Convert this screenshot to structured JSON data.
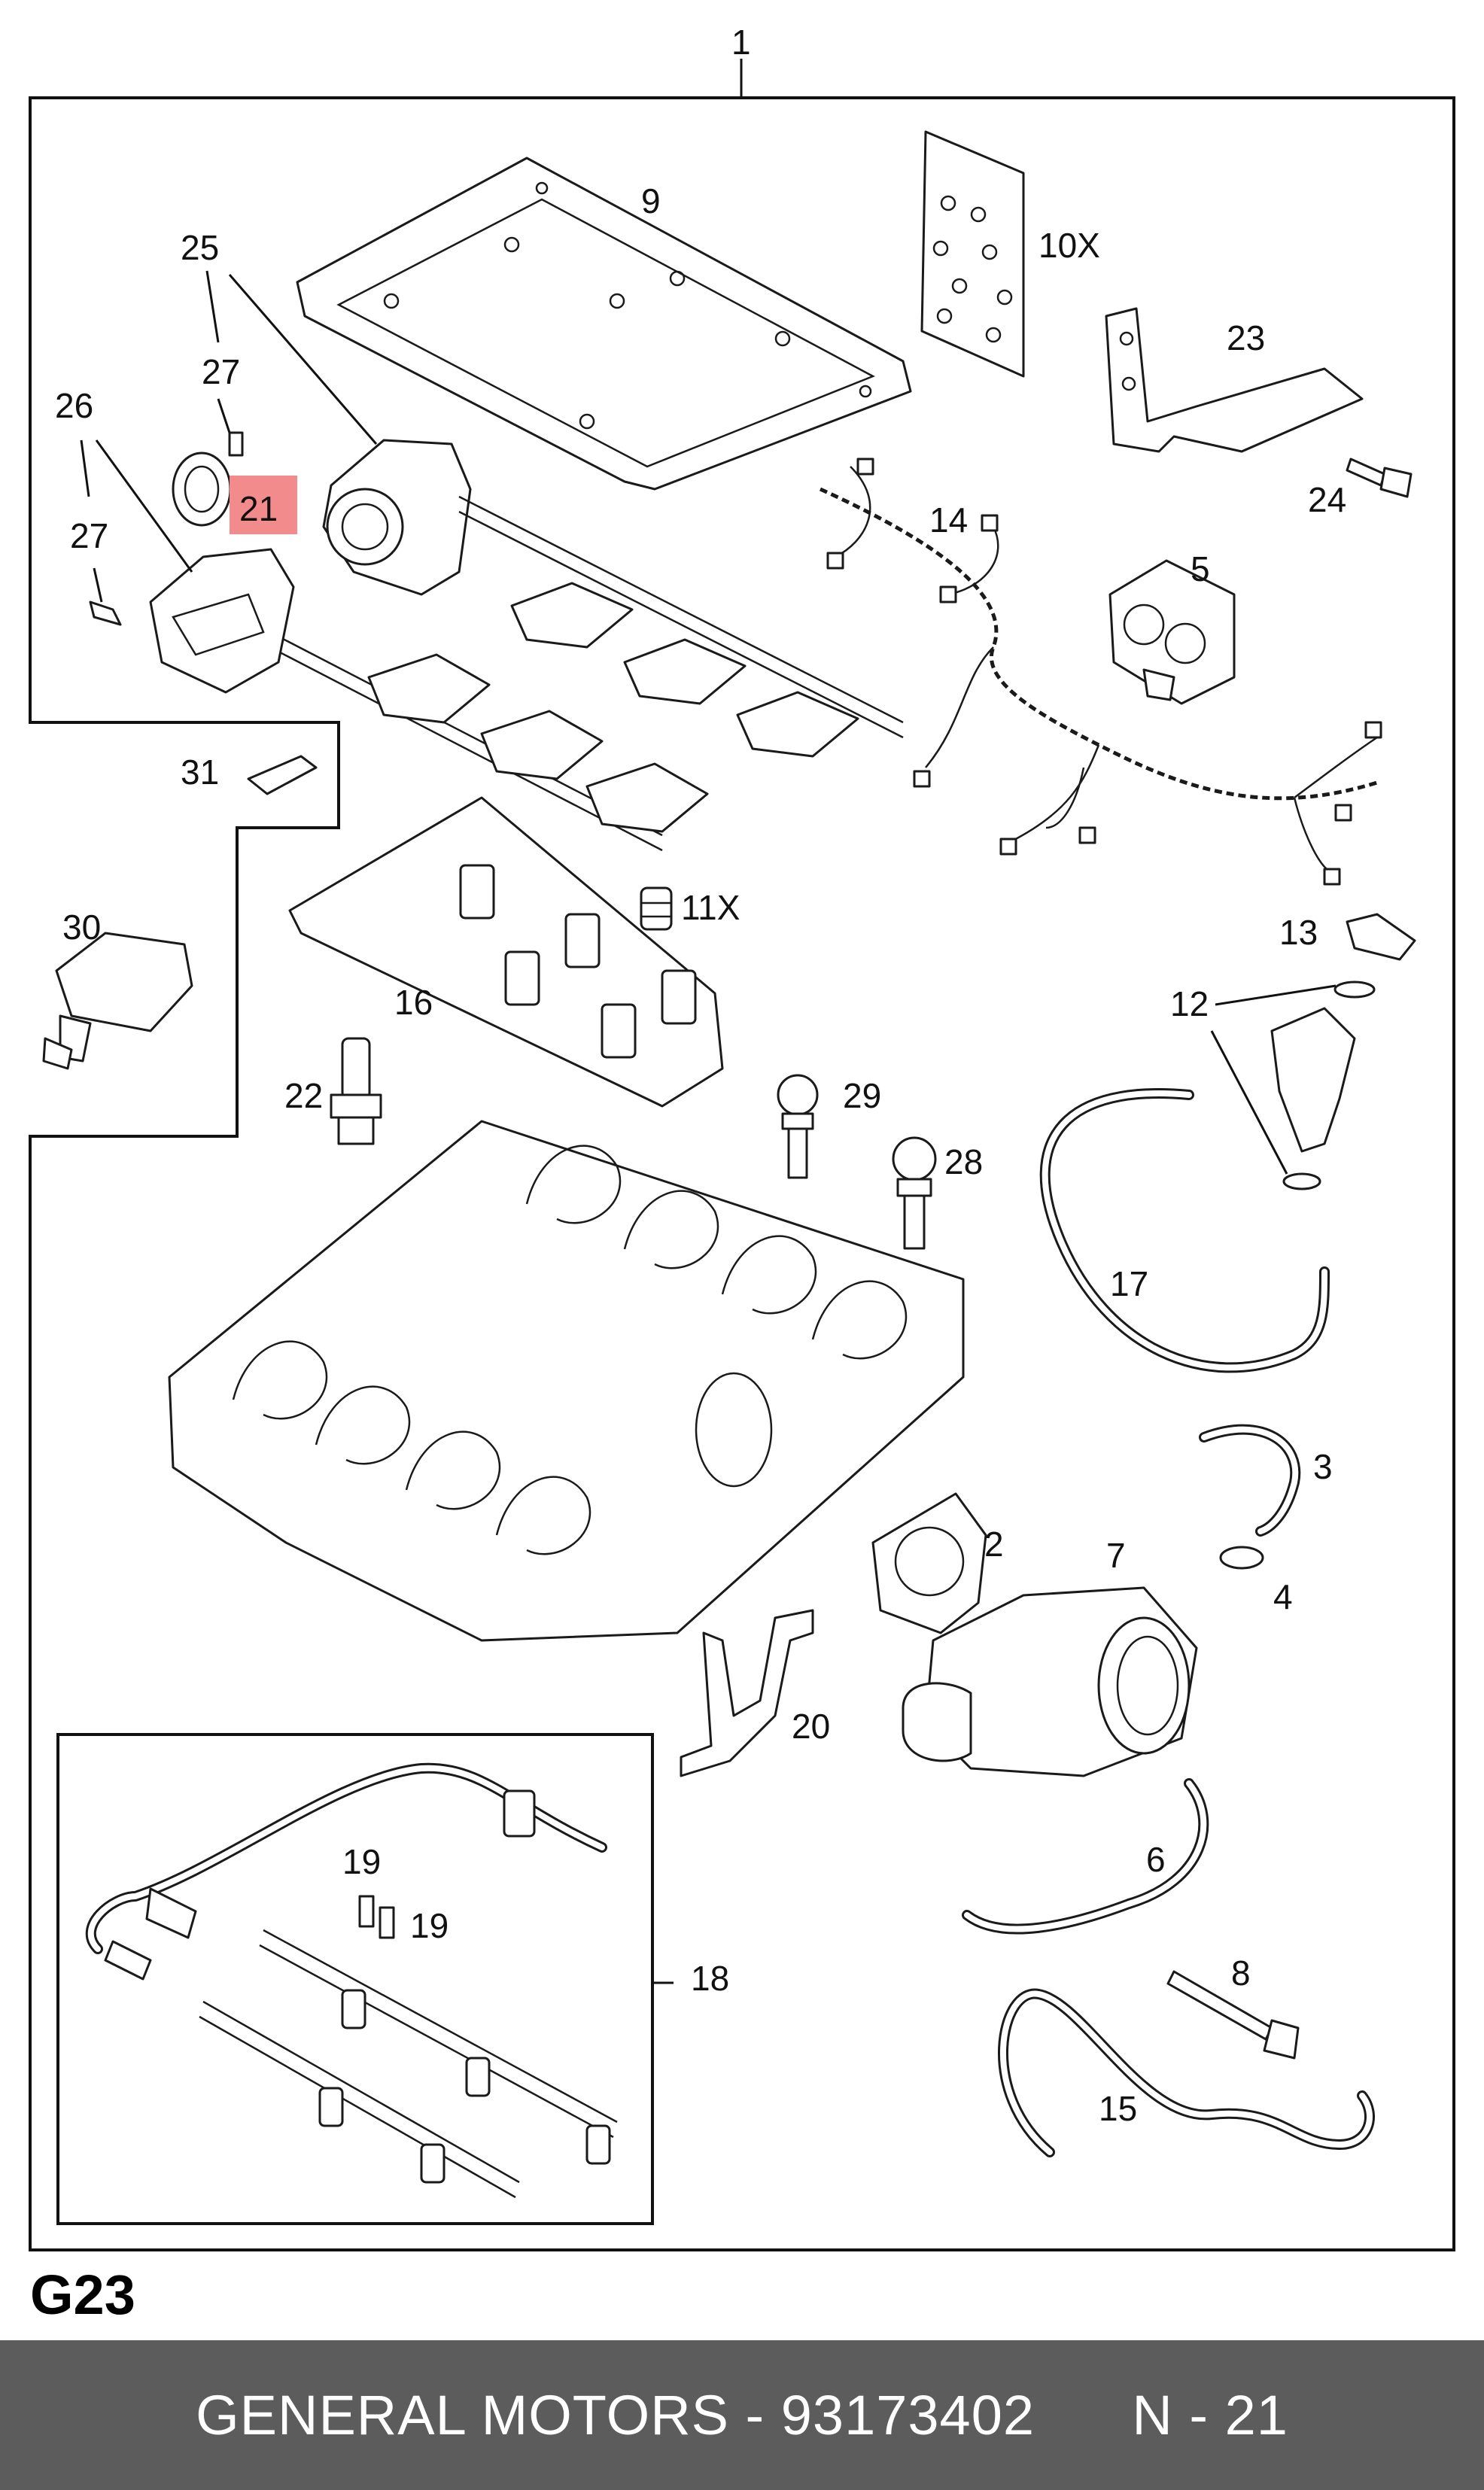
{
  "diagram": {
    "group_code": "G23",
    "highlight_color": "#f28b8b",
    "labels": {
      "p1": "1",
      "p2": "2",
      "p3": "3",
      "p4": "4",
      "p5": "5",
      "p6": "6",
      "p7": "7",
      "p8": "8",
      "p9": "9",
      "p10x": "10X",
      "p11x": "11X",
      "p12": "12",
      "p13": "13",
      "p14": "14",
      "p15": "15",
      "p16": "16",
      "p17": "17",
      "p18": "18",
      "p19a": "19",
      "p19b": "19",
      "p20": "20",
      "p21": "21",
      "p22": "22",
      "p23": "23",
      "p24": "24",
      "p25": "25",
      "p26": "26",
      "p27a": "27",
      "p27b": "27",
      "p28": "28",
      "p29": "29",
      "p30": "30",
      "p31": "31"
    }
  },
  "footer": {
    "brand": "GENERAL MOTORS",
    "separator": " - ",
    "part_number": "93173402",
    "position_ref": "N - 21"
  }
}
